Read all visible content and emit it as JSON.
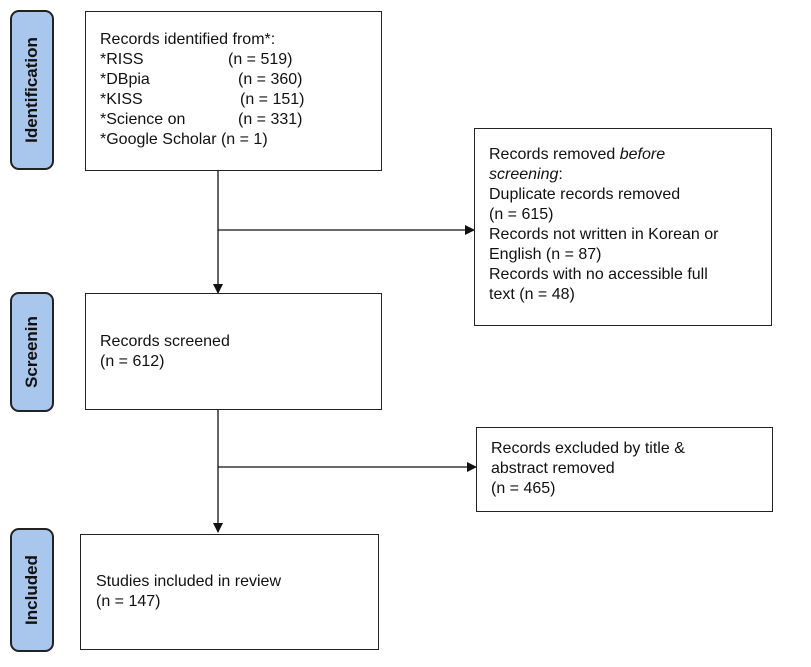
{
  "phases": {
    "identification": "Identification",
    "screening": "Screenin",
    "included": "Included"
  },
  "identification_box": {
    "heading": "Records identified from*:",
    "sources": [
      {
        "name": "*RISS",
        "count": "(n = 519)"
      },
      {
        "name": "*DBpia",
        "count": "(n = 360)"
      },
      {
        "name": "*KISS",
        "count": "(n = 151)"
      },
      {
        "name": "*Science on",
        "count": "(n = 331)"
      }
    ],
    "last_source": "*Google Scholar (n = 1)"
  },
  "removed_box": {
    "prefix": "Records removed ",
    "italic": "before",
    "italic2": "screening",
    "suffix": ":",
    "lines": [
      "Duplicate records removed",
      "(n = 615)",
      "Records not written in Korean or",
      "English (n = 87)",
      "Records with no accessible full",
      "text (n = 48)"
    ]
  },
  "screened_box": {
    "line1": "Records screened",
    "line2": "(n = 612)"
  },
  "excluded_box": {
    "line1": "Records excluded by title &",
    "line2": "abstract removed",
    "line3": "(n = 465)"
  },
  "included_box": {
    "line1": "Studies included in review",
    "line2": "(n = 147)"
  }
}
